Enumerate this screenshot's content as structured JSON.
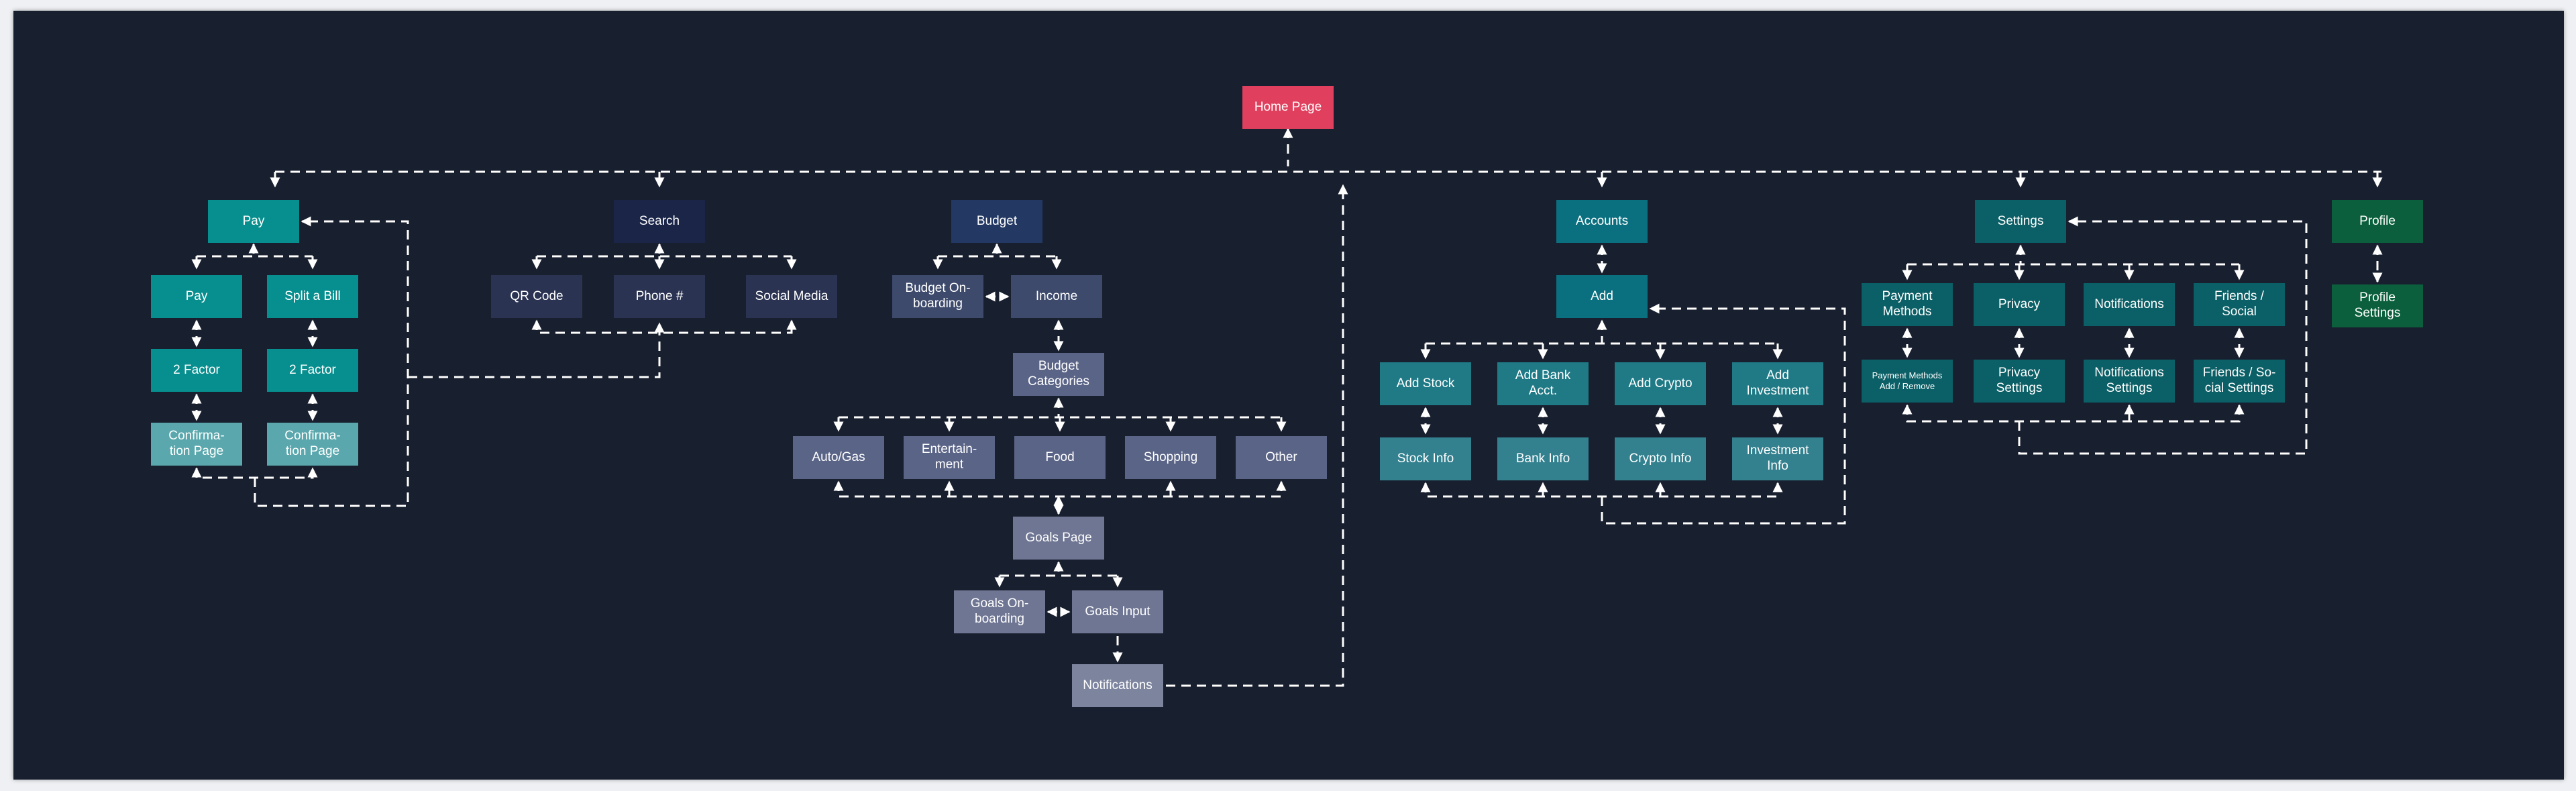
{
  "colors": {
    "background": "#181f2e",
    "frame": "#eef0f3",
    "connector": "#ffffff",
    "home": "#e0405e",
    "pay_teal": "#078e8e",
    "pay_light": "#5aa8ad",
    "search_navy": "#1a2548",
    "search_child": "#2a3352",
    "budget_blue": "#233963",
    "budget_mid": "#3d4a6c",
    "budget_cat": "#5a6487",
    "goals": "#6f7693",
    "goals_light": "#7d849e",
    "accounts_teal": "#0a6f7f",
    "accounts_info": "#33808f",
    "settings_teal": "#0b5f66",
    "profile_green": "#0b5f3c"
  },
  "nodes": {
    "home": "Home Page",
    "pay": "Pay",
    "pay_sub": "Pay",
    "split_bill": "Split a Bill",
    "two_factor_pay": "2 Factor",
    "two_factor_split": "2 Factor",
    "confirm_pay": "Confirma-\ntion Page",
    "confirm_split": "Confirma-\ntion Page",
    "search": "Search",
    "qr_code": "QR Code",
    "phone": "Phone #",
    "social_media": "Social Media",
    "budget": "Budget",
    "budget_onboarding": "Budget On-\nboarding",
    "income": "Income",
    "budget_categories": "Budget\nCategories",
    "auto_gas": "Auto/Gas",
    "entertainment": "Entertain-\nment",
    "food": "Food",
    "shopping": "Shopping",
    "other": "Other",
    "goals_page": "Goals Page",
    "goals_onboarding": "Goals On-\nboarding",
    "goals_input": "Goals Input",
    "notifications_goals": "Notifications",
    "accounts": "Accounts",
    "add": "Add",
    "add_stock": "Add Stock",
    "add_bank": "Add Bank\nAcct.",
    "add_crypto": "Add Crypto",
    "add_investment": "Add\nInvestment",
    "stock_info": "Stock Info",
    "bank_info": "Bank Info",
    "crypto_info": "Crypto Info",
    "investment_info": "Investment\nInfo",
    "settings": "Settings",
    "payment_methods": "Payment\nMethods",
    "privacy": "Privacy",
    "notifications_settings_top": "Notifications",
    "friends_social": "Friends /\nSocial",
    "payment_methods_add": "Payment Methods\nAdd / Remove",
    "privacy_settings": "Privacy\nSettings",
    "notifications_settings": "Notifications\nSettings",
    "friends_social_settings": "Friends / So-\ncial Settings",
    "profile": "Profile",
    "profile_settings": "Profile\nSettings"
  }
}
